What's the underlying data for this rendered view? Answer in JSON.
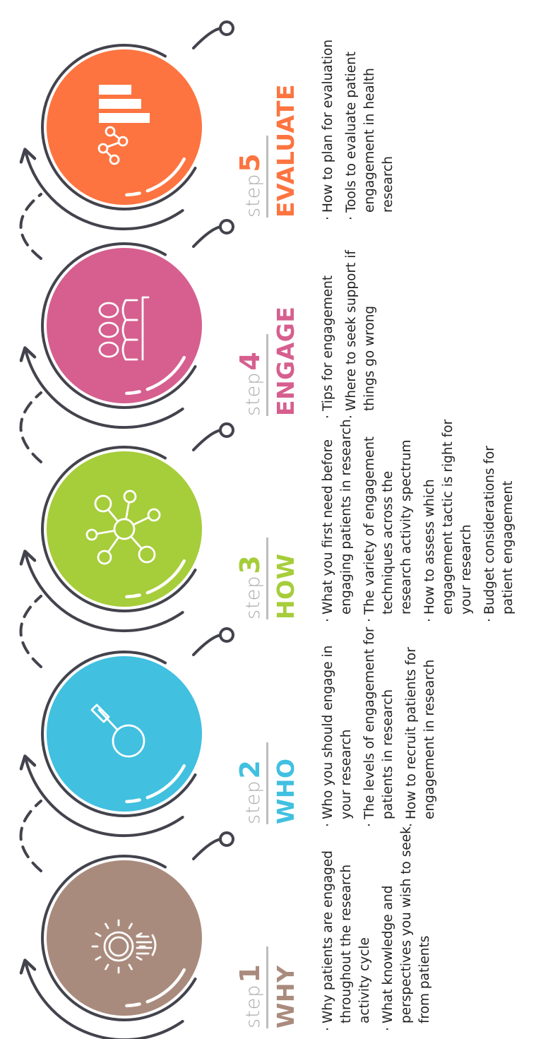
{
  "steps": [
    {
      "step_word": "step",
      "number": "1",
      "title": "WHY",
      "color": "#a98b7d",
      "icon": "gear-lightbulb-icon",
      "bullets": [
        "Why patients are engaged throughout the research activity cycle",
        "What knowledge and perspectives you wish to seek from patients"
      ]
    },
    {
      "step_word": "step",
      "number": "2",
      "title": "WHO",
      "color": "#41c0e0",
      "icon": "magnifying-glass-icon",
      "bullets": [
        "Who you should engage in your research",
        "The levels of engagement for patients in research",
        "How to recruit patients for engagement in research"
      ]
    },
    {
      "step_word": "step",
      "number": "3",
      "title": "HOW",
      "color": "#a6cd3a",
      "icon": "network-nodes-icon",
      "bullets": [
        "What you first need before engaging patients in research",
        "The variety of engagement techniques across the research activity spectrum",
        "How to assess which engagement tactic is right for your research",
        "Budget considerations for patient engagement"
      ]
    },
    {
      "step_word": "step",
      "number": "4",
      "title": "ENGAGE",
      "color": "#d65f8f",
      "icon": "people-group-icon",
      "bullets": [
        "Tips for engagement",
        "Where to seek support if things go wrong"
      ]
    },
    {
      "step_word": "step",
      "number": "5",
      "title": "EVALUATE",
      "color": "#fd7440",
      "icon": "evaluation-chart-icon",
      "bullets": [
        "How to plan for evaluation",
        "Tools to evaluate patient engagement in health research"
      ]
    }
  ],
  "ring_color": "#43434d"
}
